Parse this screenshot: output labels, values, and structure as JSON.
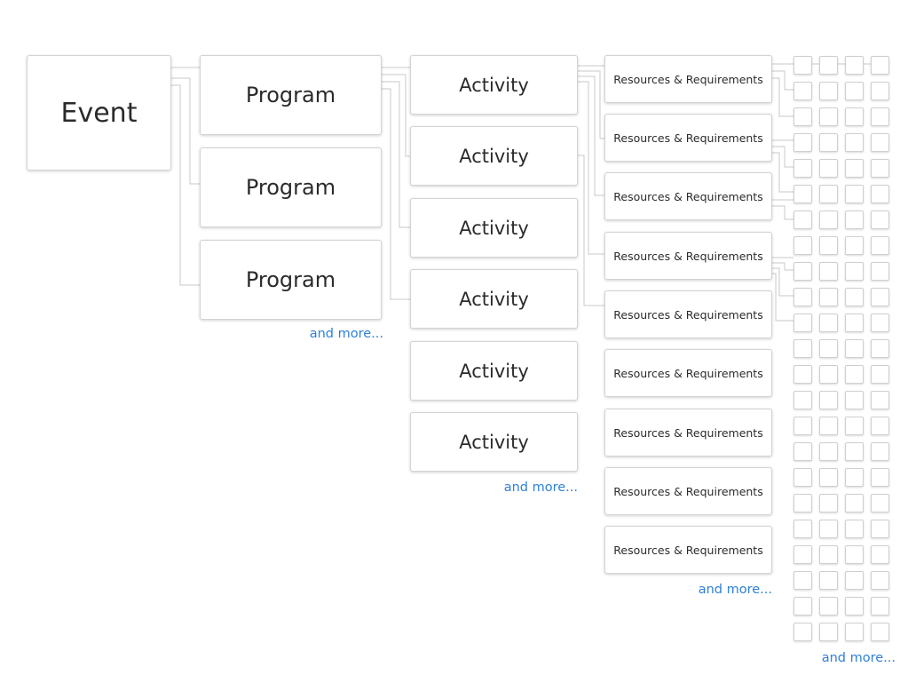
{
  "diagram": {
    "event": {
      "label": "Event"
    },
    "programs": [
      {
        "label": "Program"
      },
      {
        "label": "Program"
      },
      {
        "label": "Program"
      }
    ],
    "activities": [
      {
        "label": "Activity"
      },
      {
        "label": "Activity"
      },
      {
        "label": "Activity"
      },
      {
        "label": "Activity"
      },
      {
        "label": "Activity"
      },
      {
        "label": "Activity"
      }
    ],
    "resources": [
      {
        "label": "Resources & Requirements"
      },
      {
        "label": "Resources & Requirements"
      },
      {
        "label": "Resources & Requirements"
      },
      {
        "label": "Resources & Requirements"
      },
      {
        "label": "Resources & Requirements"
      },
      {
        "label": "Resources & Requirements"
      },
      {
        "label": "Resources & Requirements"
      },
      {
        "label": "Resources & Requirements"
      },
      {
        "label": "Resources & Requirements"
      }
    ],
    "more_programs": "and more...",
    "more_activities": "and more...",
    "more_resources": "and more...",
    "more_leaves": "and more...",
    "colors": {
      "node_border": "#d3d3d3",
      "connector": "#c8c8c8",
      "more_link": "#2f80d8",
      "text": "#2b2b2b"
    }
  }
}
